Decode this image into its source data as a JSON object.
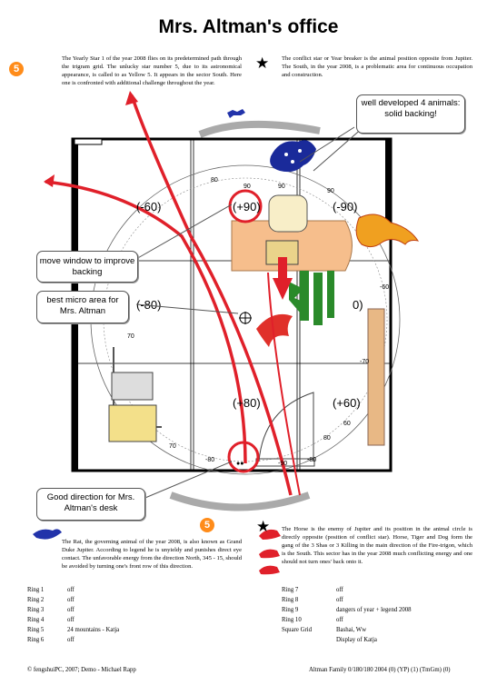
{
  "title": "Mrs. Altman's office",
  "top_left_text": "The Yearly Star 1 of the year 2008 flies on its predetermined path through the trigram grid. The unlucky star number 5, due to its astronomical appearance, is called to as Yellow 5. It appears in the sector South. Here one is confronted with additional challenge throughout the year.",
  "top_right_text": "The conflict star or Year breaker is the animal position opposite from Jupiter. The South, in the year 2008, is a problematic area for continuous occupation and construction.",
  "bottom_left_text": "The Rat, the governing animal of the year 2008, is also known as Grand Duke Jupiter. According to legend he is unyieldy and punishes direct eye contact. The unfavorable energy from the direction North, 345 - 15, should be avoided by turning one's front row of this direction.",
  "bottom_right_text": "The Horse is the enemy of Jupiter and its position in the animal circle is directly opposite (position of conflict star). Horse, Tiger and Dog form the gang of the 3 Shas or 3 Killing in the main direction of the Fire-trigon, which is the South. This sector has in the year 2008 much conflicting energy and one should not turn ones' back onto it.",
  "badge_number": "5",
  "star_symbol": "★",
  "callouts": {
    "well_developed": "well developed 4 animals: solid backing!",
    "move_window": "move window to improve backing",
    "best_micro": "best micro area for Mrs. Altman",
    "good_direction": "Good direction for Mrs. Altman's desk"
  },
  "plan_labels": {
    "nw": "(-60)",
    "n": "(+90)",
    "ne": "(-90)",
    "w": "(-80)",
    "e": "0)",
    "s": "(+80)",
    "se": "(+60)",
    "top_90a": "90",
    "top_80": "80",
    "top_90b": "90",
    "top_90c": "90",
    "right_60": "-60",
    "se_60": "60",
    "se_80": "80",
    "bot_70": "70",
    "bot_m80a": "-80",
    "bot_m80b": "-80",
    "bot_80": "80",
    "bot_90": "-90",
    "bot_90b": "90",
    "left_70": "70",
    "right_m70": "-70",
    "circle_80": "80",
    "circle_90": "90"
  },
  "rings_left": [
    {
      "k": "Ring 1",
      "v": "off"
    },
    {
      "k": "Ring 2",
      "v": "off"
    },
    {
      "k": "Ring 3",
      "v": "off"
    },
    {
      "k": "Ring 4",
      "v": "off"
    },
    {
      "k": "Ring 5",
      "v": "24 mountains - Katja"
    },
    {
      "k": "Ring 6",
      "v": "off"
    }
  ],
  "rings_right": [
    {
      "k": "Ring 7",
      "v": "off"
    },
    {
      "k": "Ring 8",
      "v": "off"
    },
    {
      "k": "Ring 9",
      "v": "dangers of year + legend 2008"
    },
    {
      "k": "Ring 10",
      "v": "off"
    },
    {
      "k": "Square Grid",
      "v": "Bashai, Ww"
    },
    {
      "k": "",
      "v": "Display of Katja"
    }
  ],
  "footer_left": "© fengshuiPC, 2007; Demo - Michael Rapp",
  "footer_right": "Altman Family 0/180/180 2004 (0) (YP) (1) (TmGm) (0)",
  "colors": {
    "arrow_red": "#e0202a",
    "desk_peach": "#f6be8c",
    "dragon_orange": "#f0a020",
    "tiger_blue": "#1a2a9a",
    "plant_green": "#2a8a2a",
    "badge_orange": "#ff8c1a"
  }
}
